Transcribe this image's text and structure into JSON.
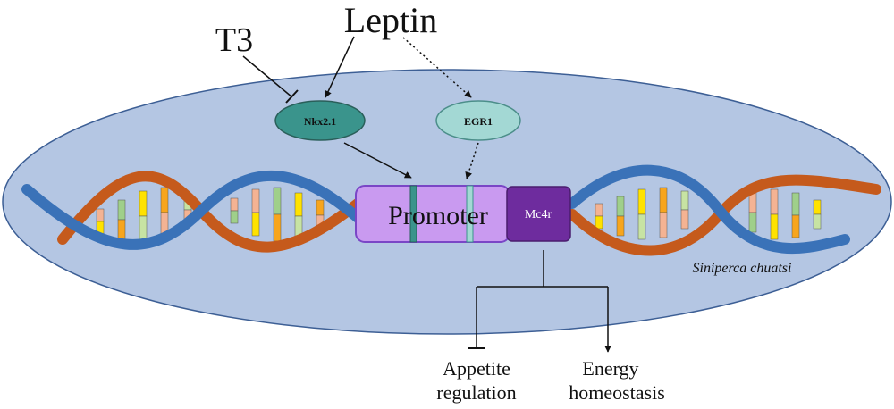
{
  "labels": {
    "t3": "T3",
    "leptin": "Leptin",
    "nkx": "Nkx2.1",
    "egr": "EGR1",
    "promoter": "Promoter",
    "mc4r": "Mc4r",
    "species": "Siniperca chuatsi",
    "appetite_line1": "Appetite",
    "appetite_line2": "regulation",
    "energy_line1": "Energy",
    "energy_line2": "homeostasis"
  },
  "colors": {
    "cell_fill": "#b4c6e3",
    "cell_stroke": "#3d5f95",
    "nkx_fill": "#3a948c",
    "egr_fill": "#a3d8d4",
    "promoter_fill": "#c99af0",
    "promoter_stroke": "#7a46c6",
    "mc4r_fill": "#6e2c9e",
    "strand_blue": "#3a72b8",
    "strand_orange": "#c55a1c"
  }
}
